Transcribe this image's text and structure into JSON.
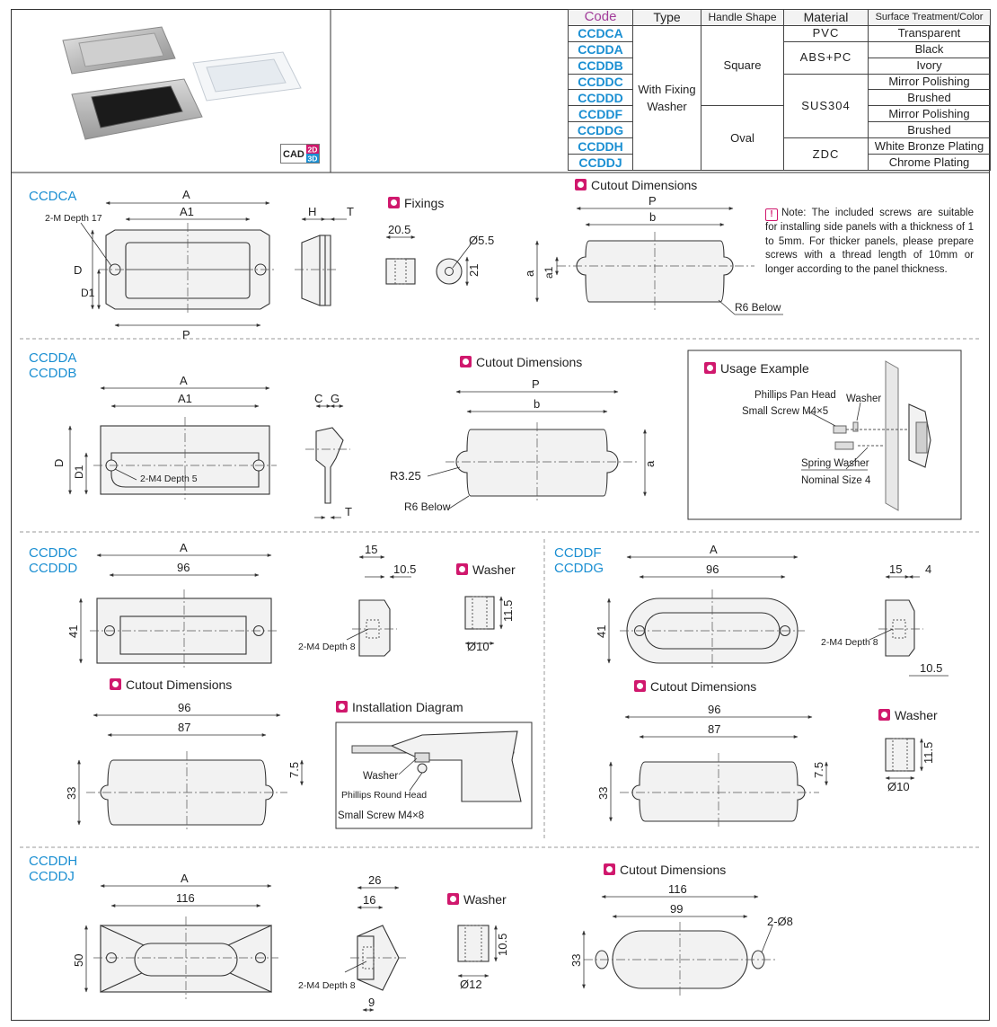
{
  "spec_table": {
    "headers": {
      "code": "Code",
      "type": "Type",
      "shape": "Handle Shape",
      "material": "Material",
      "surface": "Surface Treatment/Color"
    },
    "codes": [
      "CCDCA",
      "CCDDA",
      "CCDDB",
      "CCDDC",
      "CCDDD",
      "CCDDF",
      "CCDDG",
      "CCDDH",
      "CCDDJ"
    ],
    "type": "With Fixing Washer",
    "shapes": [
      "Square",
      "Oval"
    ],
    "materials": [
      "PVC",
      "ABS+PC",
      "SUS304",
      "ZDC"
    ],
    "surfaces": [
      "Transparent",
      "Black",
      "Ivory",
      "Mirror Polishing",
      "Brushed",
      "Mirror Polishing",
      "Brushed",
      "White Bronze Plating",
      "Chrome Plating"
    ]
  },
  "cad_badge": {
    "label": "CAD",
    "top": "2D",
    "bottom": "3D"
  },
  "note": "Note: The included screws are suitable for installing side panels with a thickness of 1 to 5mm. For thicker panels, please prepare screws with a thread length of 10mm or longer according to the panel thickness.",
  "section_labels": {
    "fixings": "Fixings",
    "cutout": "Cutout Dimensions",
    "usage": "Usage Example",
    "washer": "Washer",
    "installation": "Installation Diagram"
  },
  "groups": {
    "g1": [
      "CCDCA"
    ],
    "g2": [
      "CCDDA",
      "CCDDB"
    ],
    "g3": [
      "CCDDC",
      "CCDDD"
    ],
    "g4": [
      "CCDDF",
      "CCDDG"
    ],
    "g5": [
      "CCDDH",
      "CCDDJ"
    ]
  },
  "dims": {
    "g1": {
      "A": "A",
      "A1": "A1",
      "P": "P",
      "D": "D",
      "D1": "D1",
      "H": "H",
      "T": "T",
      "screw": "2-M Depth 17",
      "fix_w": "20.5",
      "fix_d": "Ø5.5",
      "fix_h": "21",
      "cut_P": "P",
      "cut_b": "b",
      "cut_a": "a",
      "cut_a1": "a1",
      "cut_r": "R6 Below"
    },
    "g2": {
      "A": "A",
      "A1": "A1",
      "D": "D",
      "D1": "D1",
      "C": "C",
      "G": "G",
      "T": "T",
      "screw": "2-M4 Depth 5",
      "cut_P": "P",
      "cut_b": "b",
      "cut_a": "a",
      "cut_r1": "R3.25",
      "cut_r2": "R6 Below"
    },
    "usage": {
      "screw1": "Phillips Pan Head",
      "screw2": "Small Screw M4×5",
      "washer": "Washer",
      "spring1": "Spring Washer",
      "spring2": "Nominal Size 4"
    },
    "g3": {
      "A": "A",
      "w96": "96",
      "h41": "41",
      "s15": "15",
      "s105": "10.5",
      "screw": "2-M4 Depth 8",
      "wh": "11.5",
      "wd": "Ø10",
      "c96": "96",
      "c87": "87",
      "c33": "33",
      "c75": "7.5",
      "inst_washer": "Washer",
      "inst_screw1": "Phillips Round Head",
      "inst_screw2": "Small Screw M4×8"
    },
    "g4": {
      "A": "A",
      "w96": "96",
      "h41": "41",
      "s15": "15",
      "s4": "4",
      "s105": "10.5",
      "screw": "2-M4 Depth 8",
      "wh": "11.5",
      "wd": "Ø10",
      "c96": "96",
      "c87": "87",
      "c33": "33",
      "c75": "7.5"
    },
    "g5": {
      "A": "A",
      "w116": "116",
      "h50": "50",
      "s26": "26",
      "s16": "16",
      "s9": "9",
      "screw": "2-M4 Depth 8",
      "wh": "10.5",
      "wd": "Ø12",
      "c116": "116",
      "c99": "99",
      "c33": "33",
      "c8": "2-Ø8"
    }
  },
  "colors": {
    "code_blue": "#1b8fd2",
    "header_purple": "#a23c9a",
    "accent_pink": "#d0186d"
  }
}
